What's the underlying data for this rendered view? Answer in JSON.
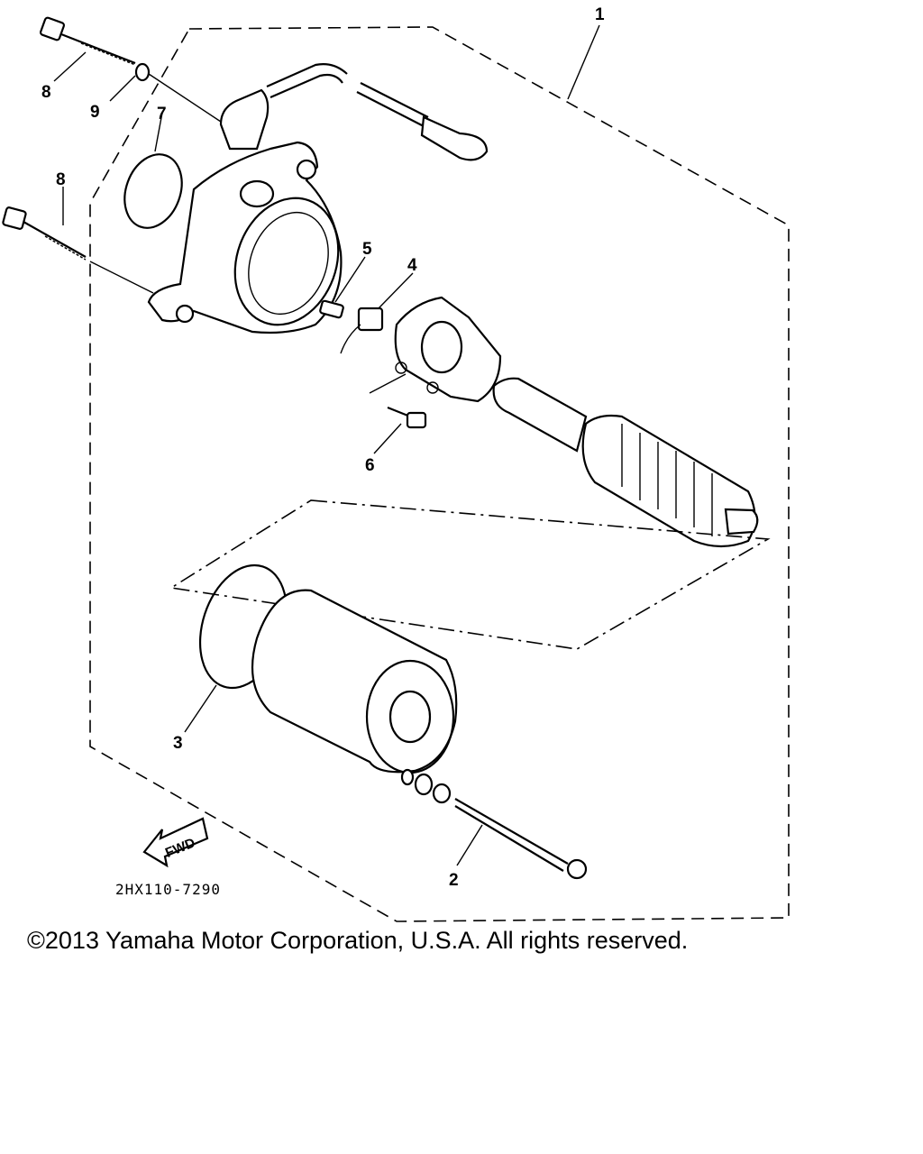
{
  "diagram": {
    "callouts": {
      "c1": "1",
      "c2": "2",
      "c3": "3",
      "c4": "4",
      "c5": "5",
      "c6": "6",
      "c7": "7",
      "c8a": "8",
      "c8b": "8",
      "c9": "9"
    },
    "fwd_label": "FWD",
    "drawing_code": "2HX110-7290"
  },
  "footer": {
    "copyright": "©2013 Yamaha Motor Corporation, U.S.A. All rights reserved."
  }
}
